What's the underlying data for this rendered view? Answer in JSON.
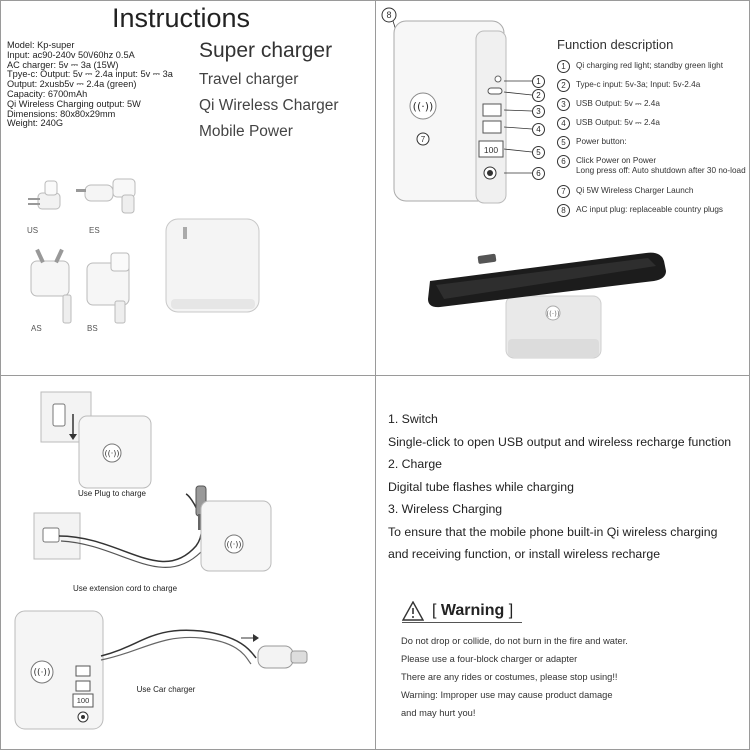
{
  "instructions": {
    "title": "Instructions",
    "specs": [
      "Model: Kp-super",
      "Input: ac90-240v 50\\/60hz 0.5A",
      "AC charger: 5v ⎓ 3a (15W)",
      "Tpye-c: Output: 5v ⎓ 2.4a input: 5v ⎓ 3a",
      "Output: 2xusb5v ⎓ 2.4a (green)",
      "Capacity: 6700mAh",
      "Qi Wireless Charging output: 5W",
      "Dimensions: 80x80x29mm",
      "Weight: 240G"
    ],
    "product_names": [
      "Super charger",
      "Travel charger",
      "Qi Wireless Charger",
      "Mobile Power"
    ],
    "plug_labels": [
      "US",
      "ES",
      "AS",
      "BS"
    ]
  },
  "function": {
    "title": "Function description",
    "items": [
      {
        "num": "1",
        "lines": [
          "Qi charging red light; standby green light"
        ]
      },
      {
        "num": "2",
        "lines": [
          "Type-c input: 5v-3a; Input: 5v-2.4a"
        ]
      },
      {
        "num": "3",
        "lines": [
          "USB Output: 5v ⎓ 2.4a"
        ]
      },
      {
        "num": "4",
        "lines": [
          "USB Output: 5v ⎓ 2.4a"
        ]
      },
      {
        "num": "5",
        "lines": [
          "Power button:"
        ]
      },
      {
        "num": "6",
        "lines": [
          "Click Power on Power",
          "Long press off: Auto shutdown after 30 no-load"
        ]
      },
      {
        "num": "7",
        "lines": [
          "Qi 5W Wireless Charger Launch"
        ]
      },
      {
        "num": "8",
        "lines": [
          "AC input plug: replaceable country plugs"
        ]
      }
    ],
    "display_value": "100"
  },
  "usage": {
    "captions": [
      "Use Plug to charge",
      "Use extension cord to charge",
      "Use Car charger"
    ],
    "display_value": "100"
  },
  "guide": {
    "lines": [
      "1. Switch",
      "Single-click to open USB output and wireless recharge function",
      "2. Charge",
      "Digital tube flashes while charging",
      "3. Wireless Charging",
      "To ensure that the mobile phone built-in Qi wireless charging",
      "and receiving function, or install wireless recharge"
    ],
    "warning_title": "Warning",
    "warning_lines": [
      "Do not drop or collide, do not burn in the fire and water.",
      "Please use a four-block charger or adapter",
      "There are any rides or costumes, please stop using!!",
      "Warning: Improper use may cause product damage",
      "and may hurt you!"
    ]
  }
}
